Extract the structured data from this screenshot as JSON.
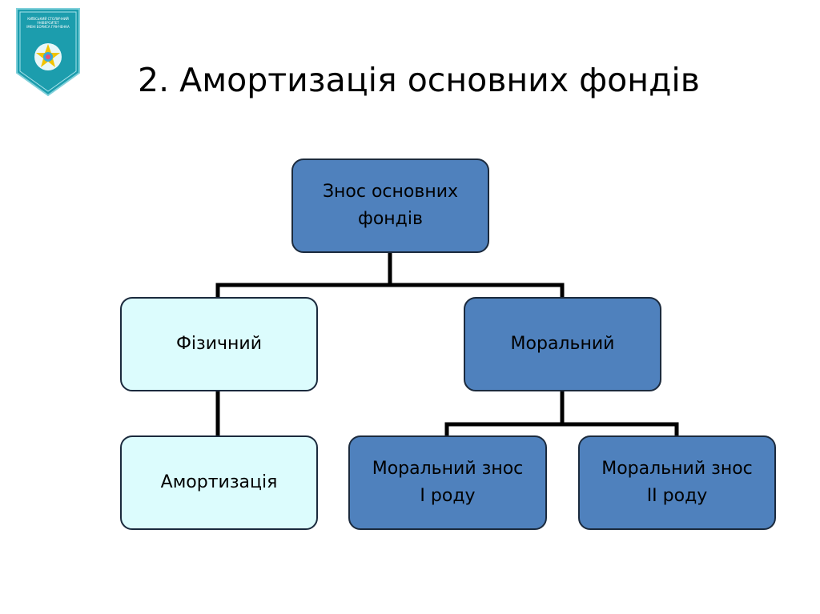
{
  "slide": {
    "title": "2. Амортизація основних фондів"
  },
  "logo": {
    "icon": "university-shield-logo",
    "text": "КИЇВСЬКИЙ СТОЛИЧНИЙ УНІВЕРСИТЕТ\nІМЕНІ БОРИСА ГРІНЧЕНКА",
    "colors": {
      "shield": "#1c9dad",
      "star": "#f2c300"
    }
  },
  "diagram": {
    "colors": {
      "dark_node": "#4f81bd",
      "light_node": "#dcfcfd",
      "border": "#1b2a3d",
      "connector": "#000000"
    },
    "root": {
      "label": "Знос основних\nфондів"
    },
    "physical": {
      "label": "Фізичний"
    },
    "moral": {
      "label": "Моральний"
    },
    "depreciation": {
      "label": "Амортизація"
    },
    "moral_type_1": {
      "label": "Моральний знос\nI роду"
    },
    "moral_type_2": {
      "label": "Моральний знос\nII роду"
    }
  }
}
